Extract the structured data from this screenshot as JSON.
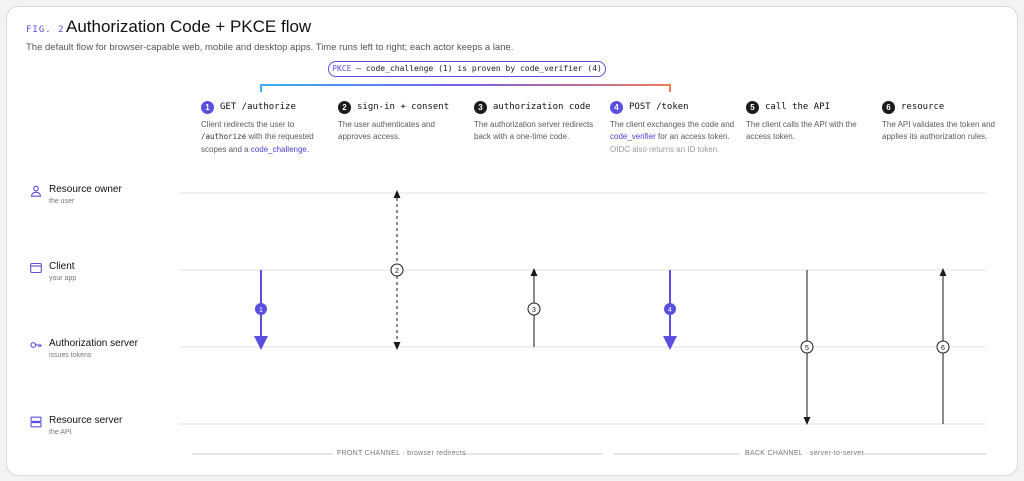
{
  "header": {
    "fig_label": "FIG. 2",
    "title": "Authorization Code + PKCE flow",
    "subtitle": "The default flow for browser-capable web, mobile and desktop apps. Time runs left to right; each actor keeps a lane."
  },
  "pkce_note": {
    "prefix": "PKCE",
    "text": " — code_challenge (1) is proven by code_verifier (4)"
  },
  "steps": [
    {
      "num": "1",
      "label": "GET /authorize",
      "style": "accent",
      "desc_a": "Client redirects the user to ",
      "desc_code": "/authorize",
      "desc_b": " with the requested scopes and a ",
      "desc_link": "code_challenge",
      "desc_c": "."
    },
    {
      "num": "2",
      "label": "sign-in + consent",
      "style": "dark",
      "desc": "The user authenticates and approves access."
    },
    {
      "num": "3",
      "label": "authorization code",
      "style": "dark",
      "desc": "The authorization server redirects back with a one-time code."
    },
    {
      "num": "4",
      "label": "POST /token",
      "style": "accent",
      "desc_a": "The client exchanges the code and ",
      "desc_link": "code_verifier",
      "desc_b": " for an access token.",
      "desc_muted": "OIDC also returns an ID token."
    },
    {
      "num": "5",
      "label": "call the API",
      "style": "dark",
      "desc": "The client calls the API with the access token."
    },
    {
      "num": "6",
      "label": "resource",
      "style": "dark",
      "desc": "The API validates the token and applies its authorization rules."
    }
  ],
  "actors": [
    {
      "name": "Resource owner",
      "sub": "the user",
      "icon": "person-icon"
    },
    {
      "name": "Client",
      "sub": "your app",
      "icon": "window-icon"
    },
    {
      "name": "Authorization server",
      "sub": "issues tokens",
      "icon": "key-icon"
    },
    {
      "name": "Resource server",
      "sub": "the API",
      "icon": "server-icon"
    }
  ],
  "channels": {
    "front": "FRONT CHANNEL · browser redirects",
    "back": "BACK CHANNEL · server-to-server"
  },
  "colors": {
    "accent": "#5a4fe0",
    "ink": "#1a1a1f",
    "lane": "#e2e2e6",
    "gradient_start": "#3ab0f0",
    "gradient_mid": "#7a5ee8",
    "gradient_end": "#f07a5a"
  }
}
